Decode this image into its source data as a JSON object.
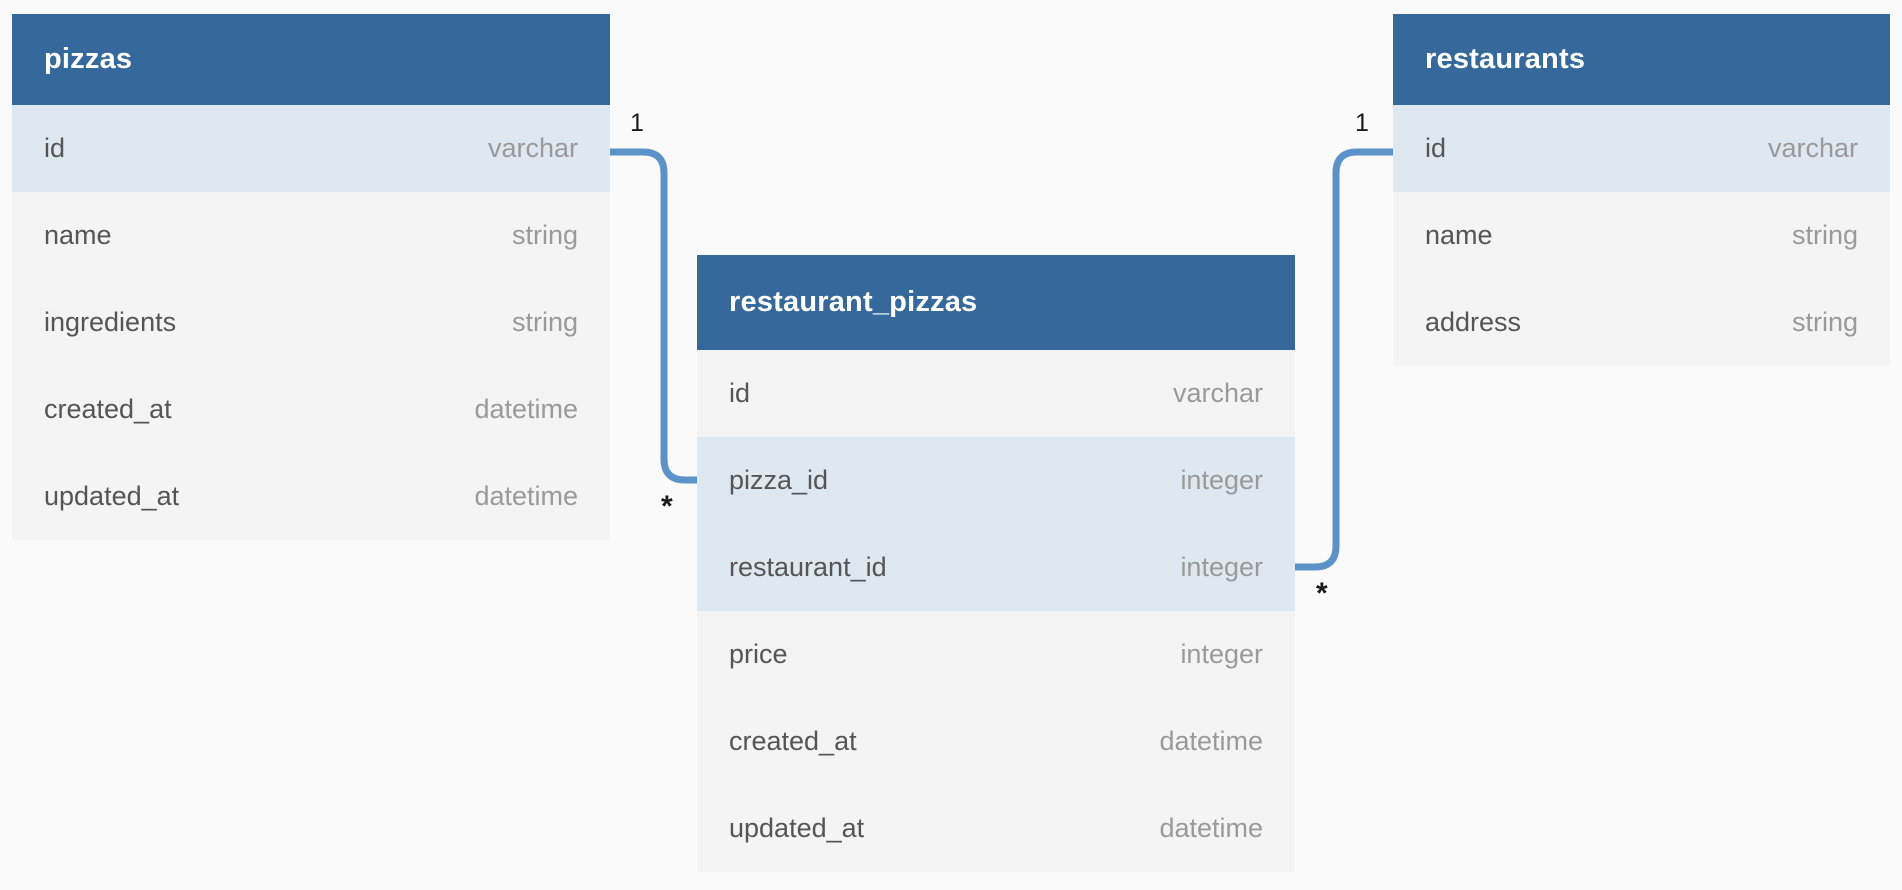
{
  "diagram": {
    "type": "entity-relationship-diagram",
    "background_color": "#FAFAFA",
    "header_color": "#36699B",
    "key_row_color": "#DDE8F1",
    "row_color": "#F4F4F4",
    "connector_color": "#5B92C8"
  },
  "tables": [
    {
      "name": "pizzas",
      "fields": [
        {
          "name": "id",
          "type": "varchar",
          "key": true
        },
        {
          "name": "name",
          "type": "string",
          "key": false
        },
        {
          "name": "ingredients",
          "type": "string",
          "key": false
        },
        {
          "name": "created_at",
          "type": "datetime",
          "key": false
        },
        {
          "name": "updated_at",
          "type": "datetime",
          "key": false
        }
      ]
    },
    {
      "name": "restaurant_pizzas",
      "fields": [
        {
          "name": "id",
          "type": "varchar",
          "key": false
        },
        {
          "name": "pizza_id",
          "type": "integer",
          "key": true
        },
        {
          "name": "restaurant_id",
          "type": "integer",
          "key": true
        },
        {
          "name": "price",
          "type": "integer",
          "key": false
        },
        {
          "name": "created_at",
          "type": "datetime",
          "key": false
        },
        {
          "name": "updated_at",
          "type": "datetime",
          "key": false
        }
      ]
    },
    {
      "name": "restaurants",
      "fields": [
        {
          "name": "id",
          "type": "varchar",
          "key": true
        },
        {
          "name": "name",
          "type": "string",
          "key": false
        },
        {
          "name": "address",
          "type": "string",
          "key": false
        }
      ]
    }
  ],
  "relationships": [
    {
      "from_table": "pizzas",
      "from_field": "id",
      "to_table": "restaurant_pizzas",
      "to_field": "pizza_id",
      "from_cardinality": "1",
      "to_cardinality": "*"
    },
    {
      "from_table": "restaurants",
      "from_field": "id",
      "to_table": "restaurant_pizzas",
      "to_field": "restaurant_id",
      "from_cardinality": "1",
      "to_cardinality": "*"
    }
  ]
}
